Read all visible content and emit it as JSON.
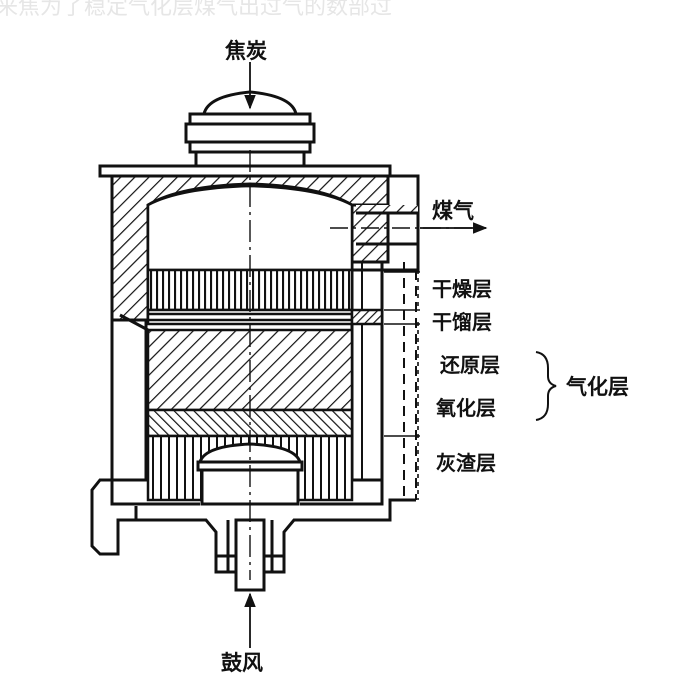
{
  "faint_header": "来焦为了稳定气化层煤气出过气的数部过",
  "labels": {
    "top_input": "焦炭",
    "gas_outlet": "煤气",
    "bottom_input": "鼓风",
    "group": "气化层"
  },
  "layers": [
    {
      "name": "干燥层"
    },
    {
      "name": "干馏层"
    },
    {
      "name": "还原层"
    },
    {
      "name": "氧化层"
    },
    {
      "name": "灰渣层"
    }
  ]
}
